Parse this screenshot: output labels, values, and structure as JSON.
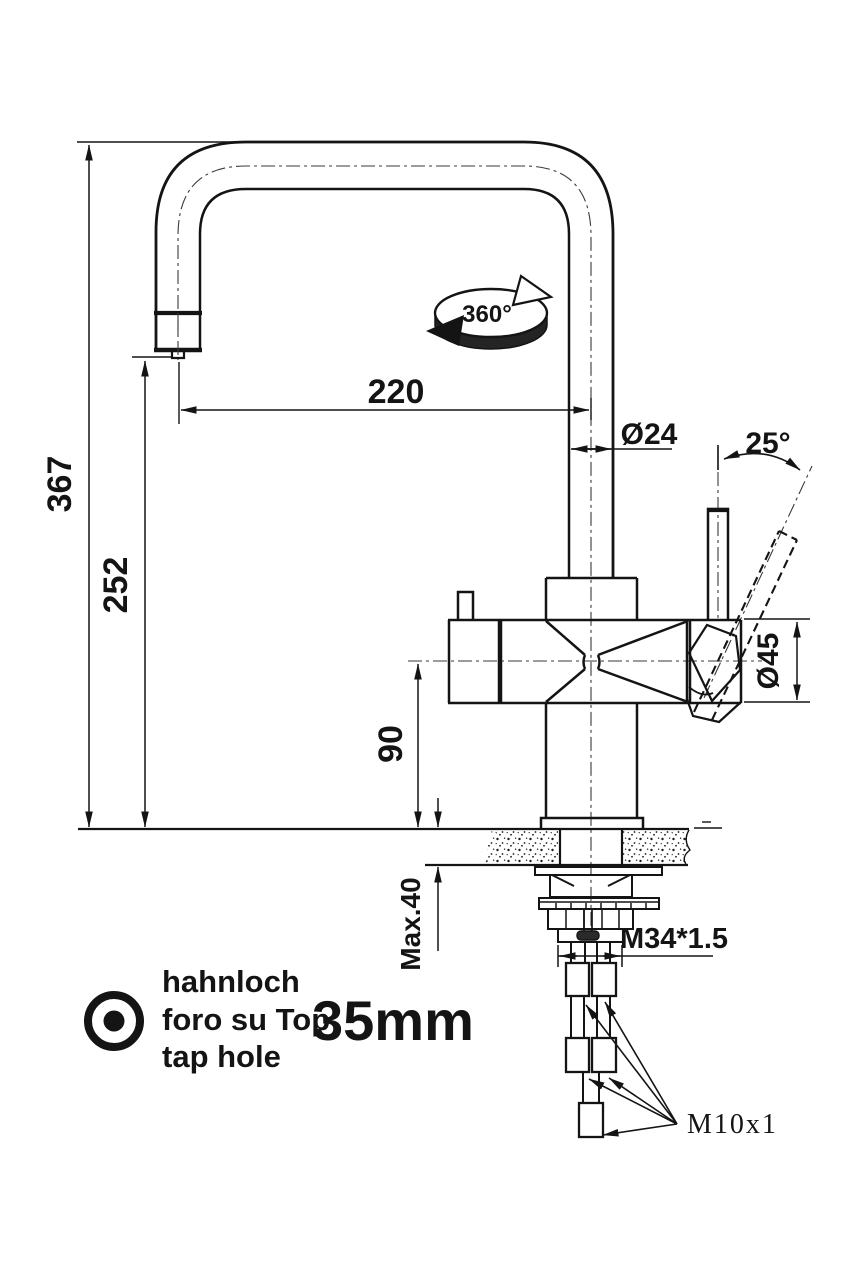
{
  "drawing": {
    "type": "faucet-installation-dimension-drawing",
    "background": "#ffffff",
    "line_color": "#141414"
  },
  "dimensions": {
    "total_height": "367",
    "spout_outlet_height": "252",
    "spout_reach": "220",
    "spout_tube_diameter": "Ø24",
    "handle_swing_angle": "25°",
    "body_diameter": "Ø45",
    "body_center_height": "90",
    "max_counter_thickness": "Max.40",
    "shank_thread": "M34*1.5",
    "hose_thread": "M10x1"
  },
  "annotations": {
    "rotation_label": "360°",
    "tap_hole": {
      "label_de": "hahnloch",
      "label_it": "foro su Top",
      "label_en": "tap hole",
      "hole_diameter": "35mm"
    }
  }
}
